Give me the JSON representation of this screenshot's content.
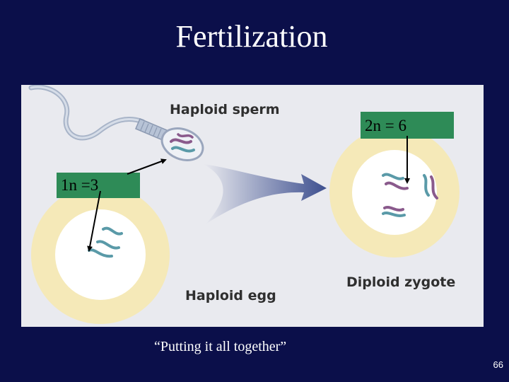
{
  "slide": {
    "title": "Fertilization",
    "caption": "“Putting it all together”",
    "page_number": "66"
  },
  "figure": {
    "labels": {
      "sperm": "Haploid sperm",
      "egg": "Haploid egg",
      "zygote": "Diploid zygote"
    }
  },
  "callouts": {
    "haploid": "1n =3",
    "diploid": "2n = 6"
  },
  "colors": {
    "background": "#0b0f4a",
    "callout_fill": "#2e8b57",
    "yolk_ring": "#f5e9b8",
    "chromosome_teal": "#5a9aa8",
    "chromosome_purple": "#8a5a8c"
  }
}
